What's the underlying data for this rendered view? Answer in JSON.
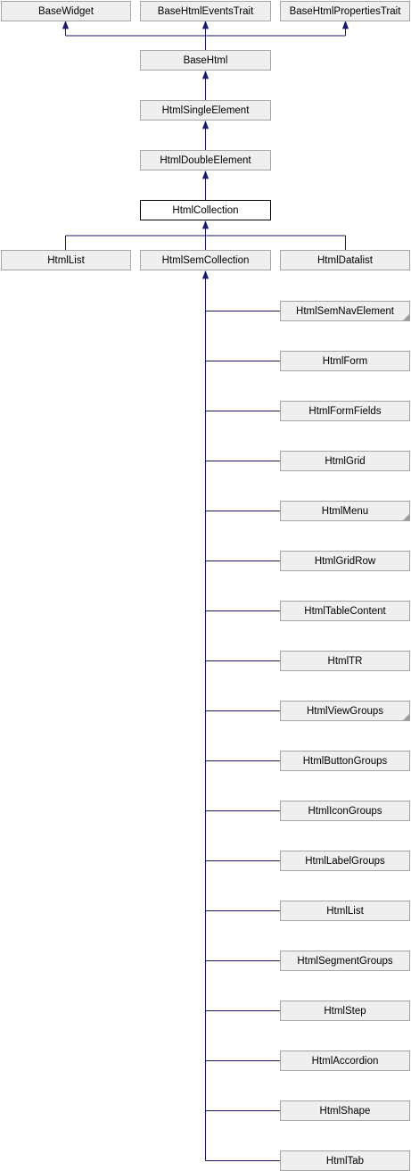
{
  "colors": {
    "edge": "#191970",
    "node_fill": "#efefef",
    "node_border": "#a5a5a5",
    "current_fill": "#ffffff",
    "current_border": "#000000"
  },
  "nodes": {
    "base_widget": "BaseWidget",
    "base_html_events_trait": "BaseHtmlEventsTrait",
    "base_html_properties_trait": "BaseHtmlPropertiesTrait",
    "base_html": "BaseHtml",
    "html_single_element": "HtmlSingleElement",
    "html_double_element": "HtmlDoubleElement",
    "html_collection": "HtmlCollection",
    "html_list": "HtmlList",
    "html_sem_collection": "HtmlSemCollection",
    "html_datalist": "HtmlDatalist"
  },
  "sem_children": [
    {
      "label": "HtmlSemNavElement",
      "has_more": true
    },
    {
      "label": "HtmlForm",
      "has_more": false
    },
    {
      "label": "HtmlFormFields",
      "has_more": false
    },
    {
      "label": "HtmlGrid",
      "has_more": false
    },
    {
      "label": "HtmlMenu",
      "has_more": true
    },
    {
      "label": "HtmlGridRow",
      "has_more": false
    },
    {
      "label": "HtmlTableContent",
      "has_more": false
    },
    {
      "label": "HtmlTR",
      "has_more": false
    },
    {
      "label": "HtmlViewGroups",
      "has_more": true
    },
    {
      "label": "HtmlButtonGroups",
      "has_more": false
    },
    {
      "label": "HtmlIconGroups",
      "has_more": false
    },
    {
      "label": "HtmlLabelGroups",
      "has_more": false
    },
    {
      "label": "HtmlList",
      "has_more": false
    },
    {
      "label": "HtmlSegmentGroups",
      "has_more": false
    },
    {
      "label": "HtmlStep",
      "has_more": false
    },
    {
      "label": "HtmlAccordion",
      "has_more": false
    },
    {
      "label": "HtmlShape",
      "has_more": false
    },
    {
      "label": "HtmlTab",
      "has_more": false
    }
  ]
}
